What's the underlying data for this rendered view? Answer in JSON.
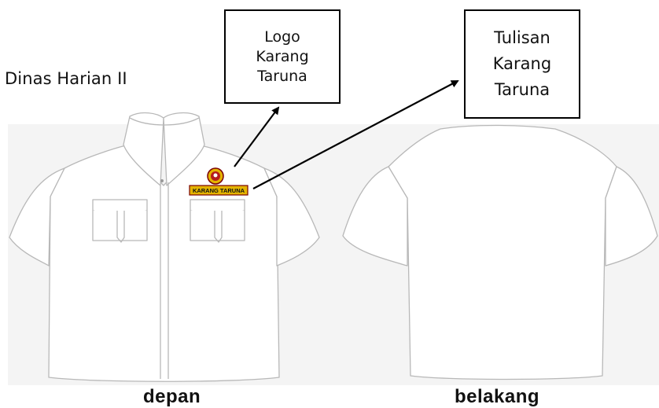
{
  "title": "Dinas Harian II",
  "callouts": {
    "logo": [
      "Logo",
      "Karang",
      "Taruna"
    ],
    "text": [
      "Tulisan",
      "Karang",
      "Taruna"
    ]
  },
  "badge_text": "KARANG TARUNA",
  "views": {
    "front": "depan",
    "back": "belakang"
  },
  "colors": {
    "badge_red": "#b51c1c",
    "badge_gold": "#e4b400",
    "outline": "#b8b8b8"
  }
}
